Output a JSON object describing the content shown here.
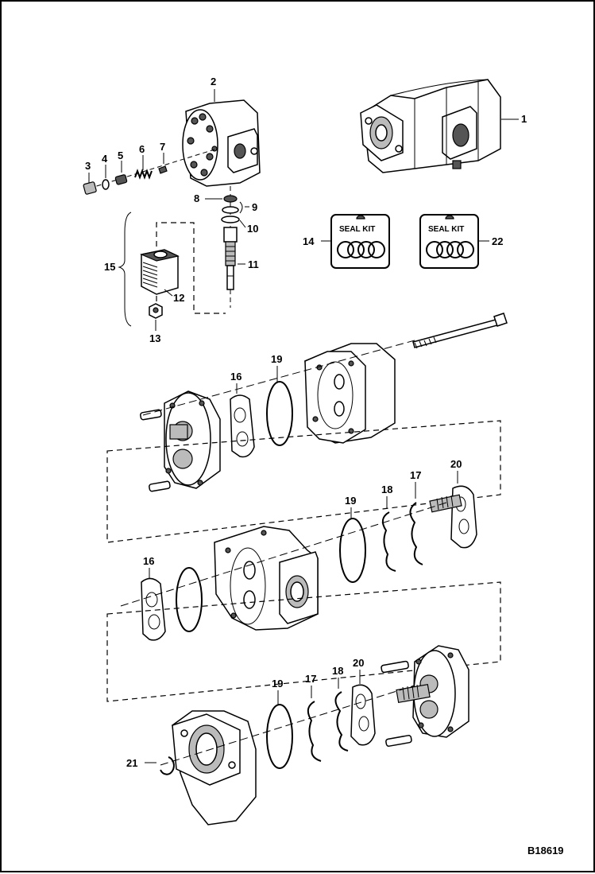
{
  "figure_id": "B18619",
  "seal_kit_label": "SEAL KIT",
  "callouts": {
    "c1": "1",
    "c2": "2",
    "c3": "3",
    "c4": "4",
    "c5": "5",
    "c6": "6",
    "c7": "7",
    "c8": "8",
    "c9": "9",
    "c10": "10",
    "c11": "11",
    "c12": "12",
    "c13": "13",
    "c14": "14",
    "c15": "15",
    "c16a": "16",
    "c16b": "16",
    "c17a": "17",
    "c17b": "17",
    "c18a": "18",
    "c18b": "18",
    "c19a": "19",
    "c19b": "19",
    "c19c": "19",
    "c20a": "20",
    "c20b": "20",
    "c21": "21",
    "c22": "22"
  }
}
